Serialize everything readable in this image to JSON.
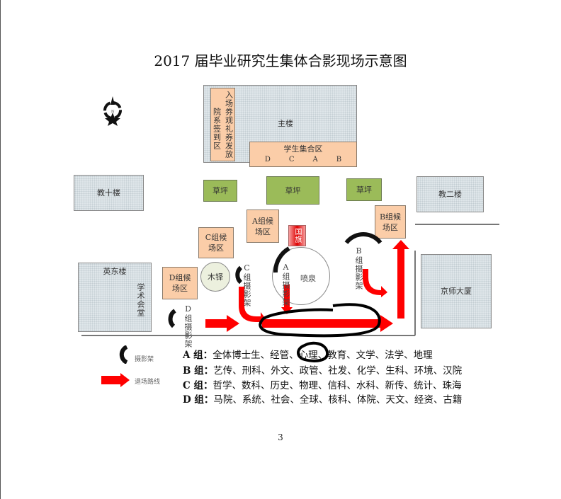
{
  "document": {
    "title": "2017 届毕业研究生集体合影现场示意图",
    "page_number": "3"
  },
  "map": {
    "compass": {
      "label": "N"
    },
    "buildings": {
      "main": "主楼",
      "jiao10": "教十楼",
      "jiao2": "教二楼",
      "yingdong": "英东楼",
      "xueshu": "学术会堂",
      "jingshi": "京师大厦"
    },
    "zones": {
      "ticket": "入场券观礼券发放",
      "signin": "院系签到区",
      "assembly": "学生集合区",
      "assembly_cols": [
        "D",
        "C",
        "A",
        "B"
      ],
      "a_wait": "A组候场区",
      "b_wait": "B组候场区",
      "c_wait": "C组候场区",
      "d_wait": "D组候场区"
    },
    "lawns": [
      "草坪",
      "草坪",
      "草坪"
    ],
    "landmarks": {
      "flag": "国旗",
      "fountain": "喷泉",
      "muduo": "木铎"
    },
    "camera_labels": {
      "a": "A组摄影架",
      "b": "B组摄影架",
      "c": "C组摄影架",
      "d": "D组摄影架"
    },
    "colors": {
      "route": "#ff0000",
      "peach": "#fbcda8",
      "grass": "#9bbb59",
      "building": "#dfe6ea"
    }
  },
  "legend": {
    "camera_stand": "摄影架",
    "exit_route": "退场路线",
    "groups": [
      {
        "key": "A 组：",
        "items": "全体博士生、经管、心理、教育、文学、法学、地理"
      },
      {
        "key": "B 组：",
        "items": "艺传、刑科、外文、政管、社发、化学、生科、环境、汉院"
      },
      {
        "key": "C 组：",
        "items": "哲学、数科、历史、物理、信科、水科、新传、统计、珠海"
      },
      {
        "key": "D 组：",
        "items": "马院、系统、社会、全球、核科、体院、天文、经资、古籍"
      }
    ]
  }
}
